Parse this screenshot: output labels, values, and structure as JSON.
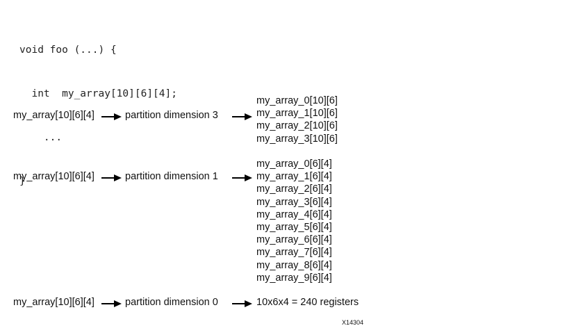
{
  "code": {
    "lines": [
      "void foo (...) {",
      "  int  my_array[10][6][4];",
      "    ...",
      "}"
    ]
  },
  "partitions": [
    {
      "source": "my_array[10][6][4]",
      "operation": "partition dimension 3",
      "results": [
        "my_array_0[10][6]",
        "my_array_1[10][6]",
        "my_array_2[10][6]",
        "my_array_3[10][6]"
      ]
    },
    {
      "source": "my_array[10][6][4]",
      "operation": "partition dimension 1",
      "results": [
        "my_array_0[6][4]",
        "my_array_1[6][4]",
        "my_array_2[6][4]",
        "my_array_3[6][4]",
        "my_array_4[6][4]",
        "my_array_5[6][4]",
        "my_array_6[6][4]",
        "my_array_7[6][4]",
        "my_array_8[6][4]",
        "my_array_9[6][4]"
      ]
    },
    {
      "source": "my_array[10][6][4]",
      "operation": "partition dimension 0",
      "results": [
        "10x6x4 = 240 registers"
      ]
    }
  ],
  "figure_number": "X14304"
}
